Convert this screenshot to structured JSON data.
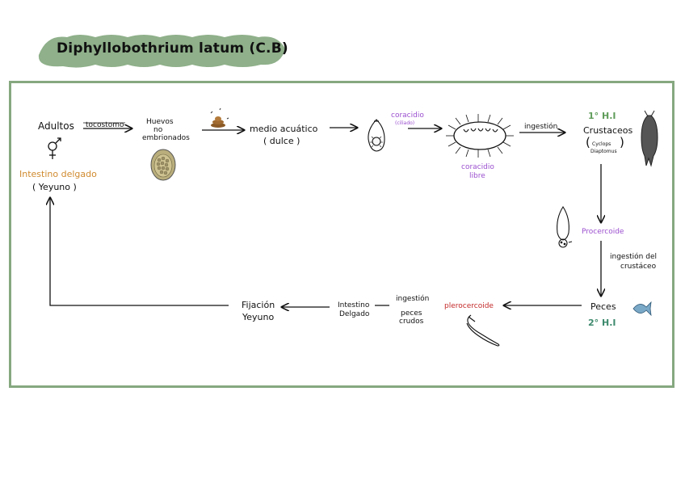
{
  "title": "Diphyllobothrium latum (C.B)",
  "colors": {
    "frame": "#86a880",
    "title_highlight": "#8fb08a",
    "host_orange": "#d08a2e",
    "purple": "#9b4fcf",
    "green": "#5f9c5a",
    "red": "#c42a2a",
    "teal": "#3e8a6e"
  },
  "nodes": {
    "adultos": "Adultos",
    "intestino_delgado": "Intestino delgado",
    "yeyuno": "( Yeyuno )",
    "tocostomo": "tocostomo",
    "huevos": [
      "Huevos",
      "no",
      "embrionados"
    ],
    "medio_acuatico": "medio acuático",
    "dulce": "( dulce )",
    "coracidio_ciliado": [
      "coracidio",
      "(ciliado)"
    ],
    "coracidio_libre": [
      "coracidio",
      "libre"
    ],
    "ingestion_1": "ingestión",
    "hi1": "1° H.I",
    "crustaceos": "Crustaceos",
    "cyclops": "Cyclops",
    "diaptomus": "Diaptomus",
    "procercoide": "Procercoide",
    "ingestion_crustaceo": [
      "ingestión del",
      "crustáceo"
    ],
    "peces": "Peces",
    "hi2": "2° H.I",
    "plerocercoide": "plerocercoide",
    "ingestion_2": "ingestión",
    "peces_crudos": [
      "peces",
      "crudos"
    ],
    "intestino_delgado_2": [
      "Intestino",
      "Delgado"
    ],
    "fijacion": [
      "Fijación",
      "Yeyuno"
    ]
  },
  "icons": [
    "male-female-symbol-icon",
    "egg-icon",
    "feces-icon",
    "coracidium-egg-icon",
    "free-coracidium-icon",
    "copepod-icon",
    "procercoid-larva-icon",
    "fish-icon",
    "plerocercoid-larva-icon"
  ]
}
